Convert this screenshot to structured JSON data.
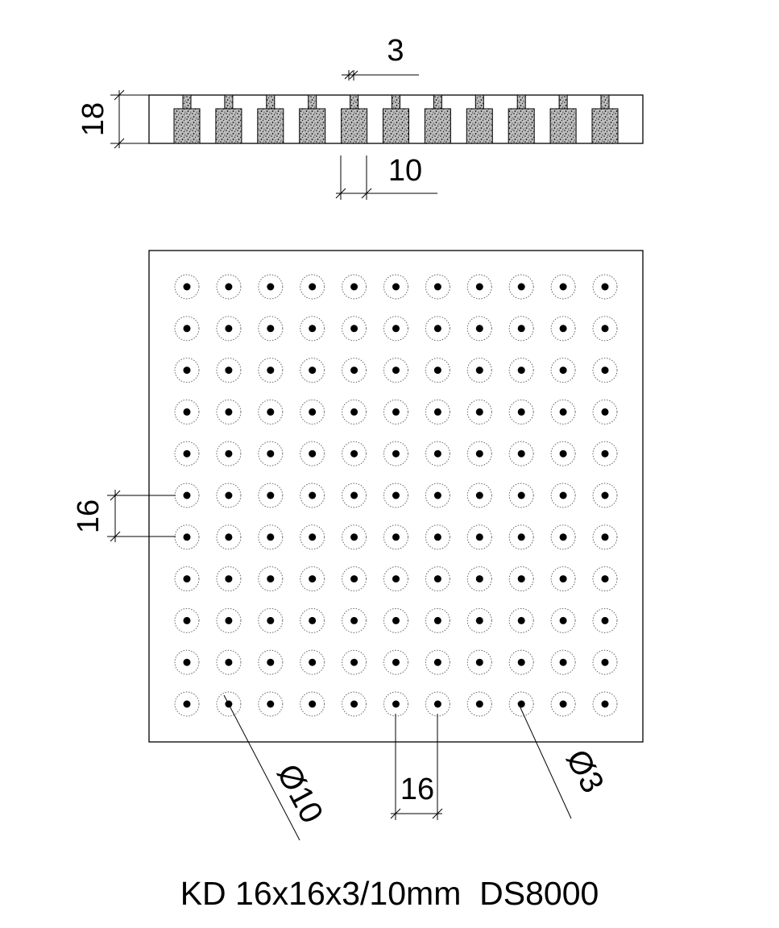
{
  "drawing": {
    "section_dims": {
      "top_width": "3",
      "bottom_width": "10",
      "height": "18"
    },
    "plan_dims": {
      "row_spacing": "16",
      "column_spacing": "16",
      "outer_diameter": "Ø10",
      "inner_diameter": "Ø3"
    },
    "grid": {
      "rows": 11,
      "columns": 11
    },
    "caption": "KD 16x16x3/10mm  DS8000"
  }
}
